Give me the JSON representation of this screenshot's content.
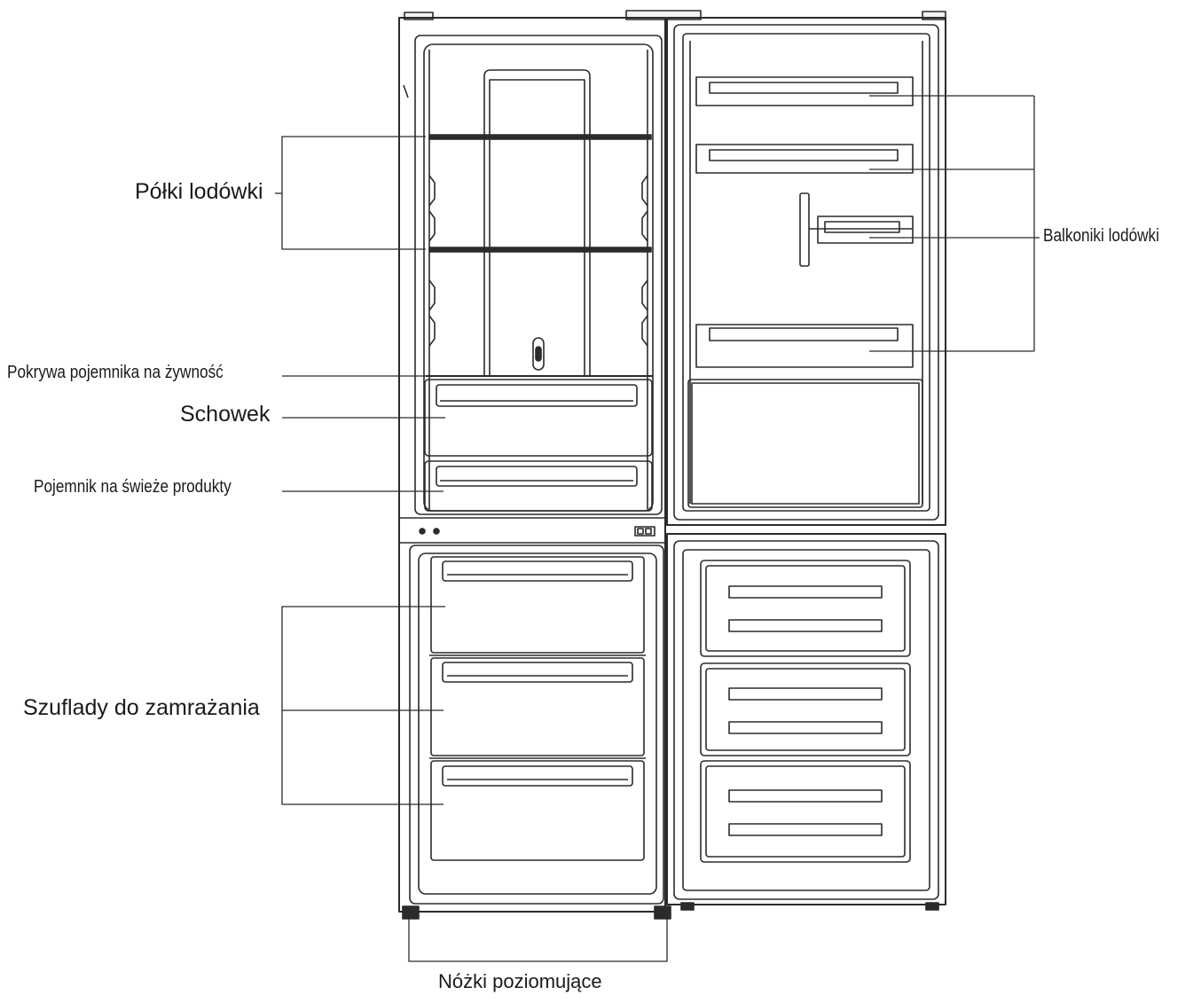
{
  "labels": {
    "shelves": "Półki lodówki",
    "door_balconies": "Balkoniki lodówki",
    "food_container_cover": "Pokrywa pojemnika na żywność",
    "storage": "Schowek",
    "fresh_container": "Pojemnik na świeże produkty",
    "freezer_drawers": "Szuflady do zamrażania",
    "leveling_feet": "Nóżki poziomujące"
  },
  "colors": {
    "line": "#2b2b2b",
    "text": "#1a1a1a",
    "background": "#ffffff"
  }
}
